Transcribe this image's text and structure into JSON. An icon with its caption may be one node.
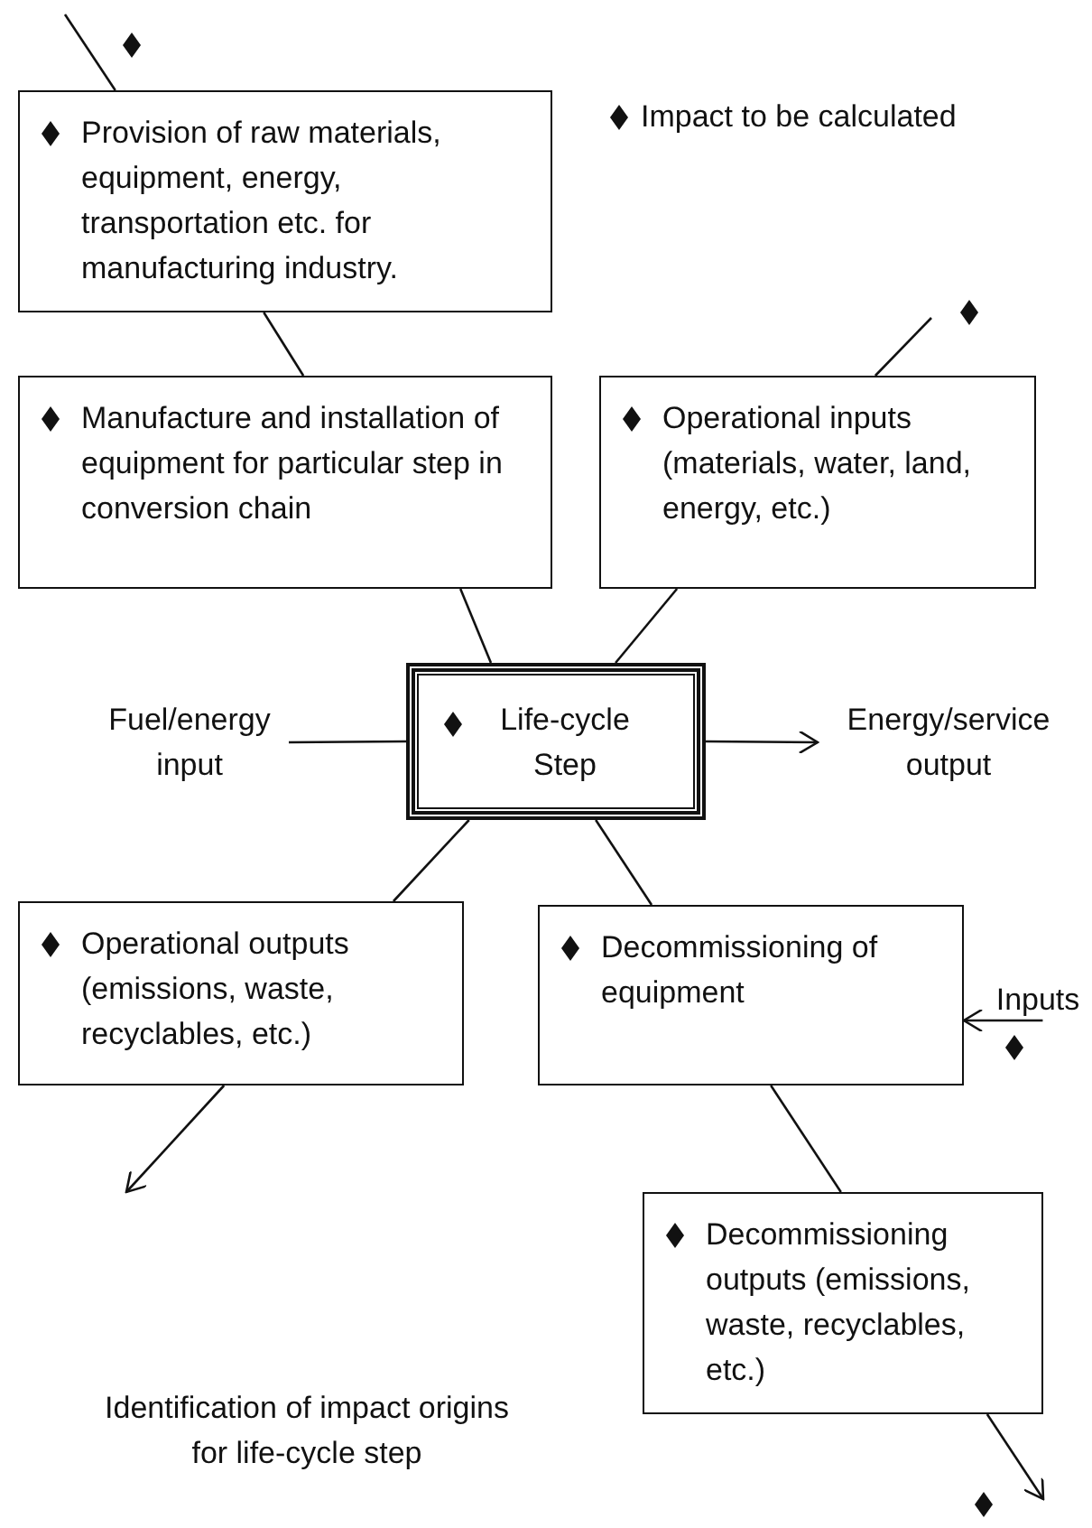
{
  "diagram": {
    "caption": "Identification of impact origins for life-cycle step",
    "nodes": [
      {
        "text": [
          "Provision of raw materials, equipment, energy, transportation etc. for manufacturing industry."
        ]
      },
      {
        "text": [
          "Manufacture and installation of equipment for particular step in conversion chain"
        ]
      },
      {
        "text": [
          "Operational inputs (materials, water, land, energy, etc.)"
        ]
      },
      {
        "text": [
          "Life-cycle Step"
        ]
      },
      {
        "text": [
          "Fuel/energy input"
        ]
      },
      {
        "text": [
          "Energy/service output"
        ]
      },
      {
        "text": [
          "Operational outputs (emissions, waste, recyclables, etc.)"
        ]
      },
      {
        "text": [
          "Decommissioning of equipment"
        ]
      },
      {
        "text": [
          "Inputs"
        ]
      },
      {
        "text": [
          "Decommissioning outputs (emissions, waste, recyclables, etc.)"
        ]
      }
    ],
    "edges": [
      {
        "from": null,
        "to": 0,
        "arrow": "none"
      },
      {
        "from": 0,
        "to": 1,
        "arrow": "none"
      },
      {
        "from": null,
        "to": 2,
        "arrow": "none"
      },
      {
        "from": 1,
        "to": 3,
        "arrow": "none"
      },
      {
        "from": 2,
        "to": 3,
        "arrow": "none"
      },
      {
        "from": 4,
        "to": 3,
        "arrow": "none"
      },
      {
        "from": 3,
        "to": 5,
        "arrow": "to"
      },
      {
        "from": 3,
        "to": 6,
        "arrow": "none"
      },
      {
        "from": 3,
        "to": 7,
        "arrow": "none"
      },
      {
        "from": 6,
        "to": null,
        "arrow": "to"
      },
      {
        "from": 8,
        "to": 7,
        "arrow": "to"
      },
      {
        "from": 7,
        "to": 9,
        "arrow": "none"
      },
      {
        "from": 9,
        "to": null,
        "arrow": "to"
      }
    ],
    "legend": [
      {
        "text": "Impact to be calculated"
      }
    ]
  }
}
